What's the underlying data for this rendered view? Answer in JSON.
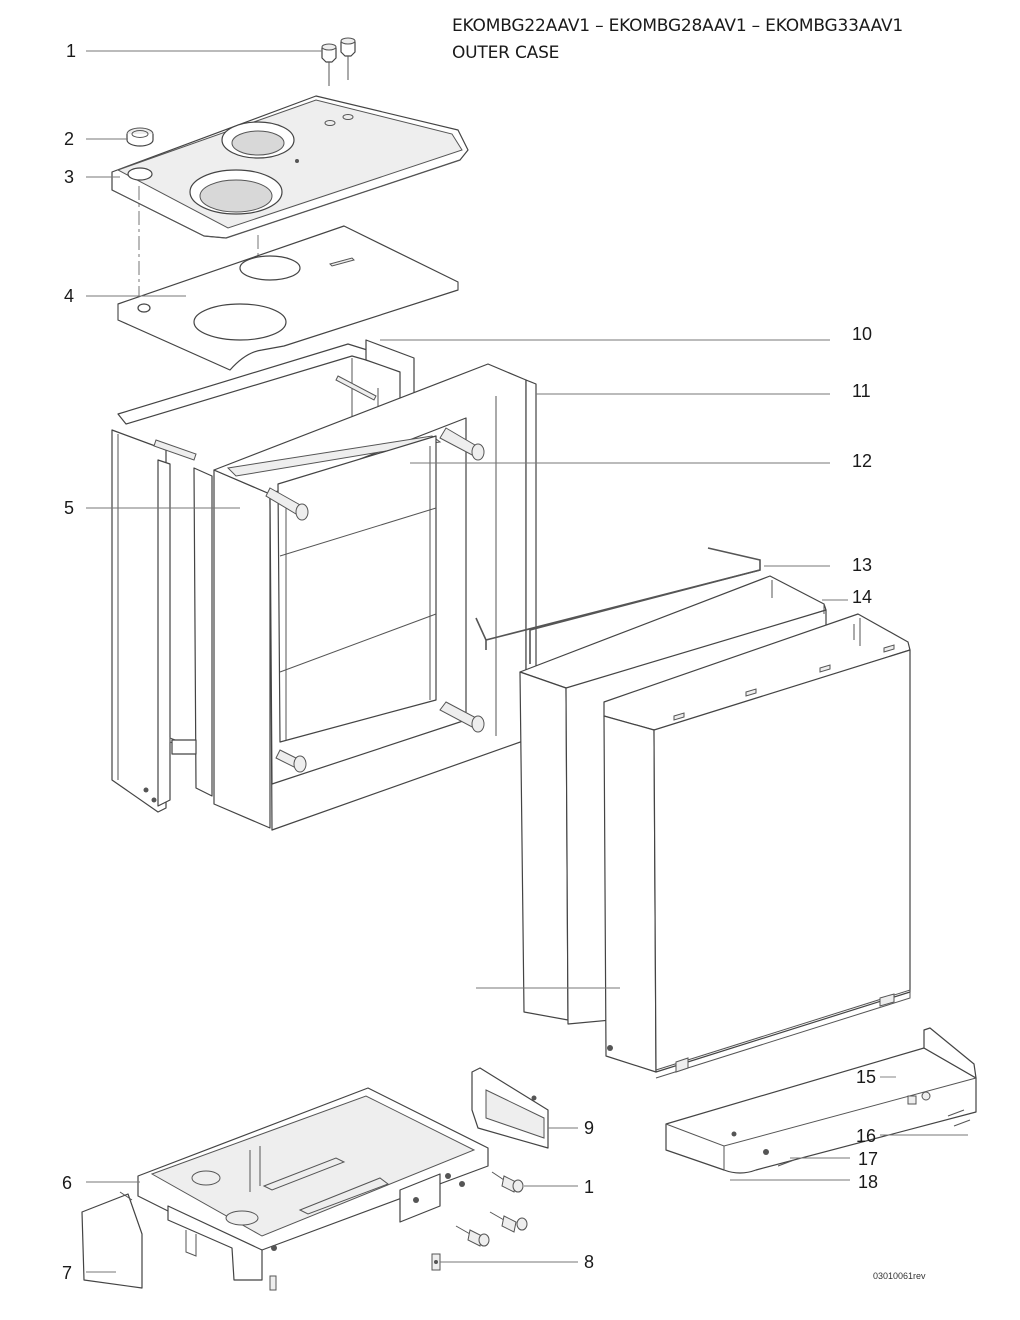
{
  "title": {
    "models": "EKOMBG22AAV1 – EKOMBG28AAV1 – EKOMBG33AAV1",
    "subtitle": "OUTER CASE"
  },
  "callouts": [
    {
      "id": "c1a",
      "label": "1"
    },
    {
      "id": "c2",
      "label": "2"
    },
    {
      "id": "c3",
      "label": "3"
    },
    {
      "id": "c4",
      "label": "4"
    },
    {
      "id": "c5",
      "label": "5"
    },
    {
      "id": "c6",
      "label": "6"
    },
    {
      "id": "c7",
      "label": "7"
    },
    {
      "id": "c8",
      "label": "8"
    },
    {
      "id": "c9",
      "label": "9"
    },
    {
      "id": "c1b",
      "label": "1"
    },
    {
      "id": "c10",
      "label": "10"
    },
    {
      "id": "c11",
      "label": "11"
    },
    {
      "id": "c12",
      "label": "12"
    },
    {
      "id": "c13",
      "label": "13"
    },
    {
      "id": "c14",
      "label": "14"
    },
    {
      "id": "c15",
      "label": "15"
    },
    {
      "id": "c16",
      "label": "16"
    },
    {
      "id": "c17",
      "label": "17"
    },
    {
      "id": "c18",
      "label": "18"
    }
  ],
  "drawing_ref": "03010061rev"
}
